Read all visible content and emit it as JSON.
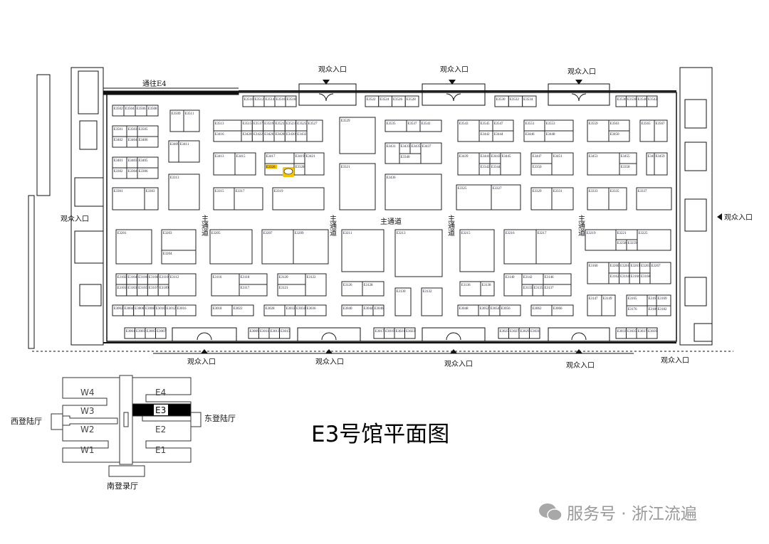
{
  "title": "E3号馆平面图",
  "labels": {
    "entrance": "观众入口",
    "to_e4": "通往E4",
    "main_aisle": "主通道",
    "main_aisle_vertical": "主通道"
  },
  "key_map": {
    "halls_west": [
      "W4",
      "W3",
      "W2",
      "W1"
    ],
    "halls_east": [
      "E4",
      "E3",
      "E2",
      "E1"
    ],
    "highlighted_hall": "E3",
    "west_lobby": "西登陆厅",
    "east_lobby": "东登陆厅",
    "south_lobby": "南登录厅"
  },
  "highlight_booth": "E3326",
  "colors": {
    "highlight": "#f5c400",
    "key_highlight": "#000000",
    "watermark": "#9a9a9a"
  },
  "watermark": {
    "icon": "wechat-icon",
    "text": "服务号 · 浙江流遍"
  },
  "booths": [
    "E3502",
    "E3504",
    "E3506",
    "E3508",
    "E3501",
    "E3503",
    "E3505",
    "E3402",
    "E3404",
    "E3406",
    "E3401",
    "E3403",
    "E3405",
    "E3302",
    "E3304",
    "E3306",
    "E3301",
    "E3303",
    "E3509",
    "E3511",
    "E3409",
    "E3411",
    "E3313",
    "E3513",
    "E3515",
    "E3517",
    "E3519",
    "E3521",
    "E3523",
    "E3525",
    "E3527",
    "E3416",
    "E3420",
    "E3422",
    "E3426",
    "E3428",
    "E3430",
    "E3432",
    "E3413",
    "E3415",
    "E3417",
    "E3326",
    "E3419",
    "E3328",
    "E3421",
    "E3315",
    "E3317",
    "E3319",
    "E3529",
    "E3321",
    "E3510",
    "E3512",
    "E3514",
    "E3516",
    "E3518",
    "E3522",
    "E3524",
    "E3526",
    "E3528",
    "E3530",
    "E3532",
    "E3534",
    "E3536",
    "E3538",
    "E3540",
    "E3542",
    "E3535",
    "E3537",
    "E3541",
    "E3431",
    "E3433",
    "E3435",
    "E3340",
    "E3437",
    "E3436",
    "E3543",
    "E3545",
    "E3547",
    "E3442",
    "E3444",
    "E3551",
    "E3553",
    "E3446",
    "E3448",
    "E3559",
    "E3563",
    "E3450",
    "E3565",
    "E3567",
    "E3439",
    "E3441",
    "E3443",
    "E3342",
    "E3344",
    "E3445",
    "E3447",
    "E3350",
    "E3451",
    "E3453",
    "E3455",
    "E3358",
    "E3457",
    "E3459",
    "E3325",
    "E3327",
    "E3329",
    "E3331",
    "E3333",
    "E3335",
    "E3337",
    "E3201",
    "E3203",
    "E3204",
    "E3205",
    "E3207",
    "E3209",
    "E3211",
    "E3213",
    "E3102",
    "E3104",
    "E3106",
    "E3108",
    "E3110",
    "E3101",
    "E3103",
    "E3105",
    "E3107",
    "E3109",
    "E3112",
    "E3116",
    "E3118",
    "E3117",
    "E3120",
    "E3121",
    "E3122",
    "E3126",
    "E3128",
    "E3130",
    "E3132",
    "E3002",
    "E3004",
    "E3006",
    "E3008",
    "E3010",
    "E3012",
    "E3016",
    "E3018",
    "E3022",
    "E3028",
    "E3032",
    "E3034",
    "E3036",
    "E3040",
    "E3044",
    "E3046",
    "E3001",
    "E3003",
    "E3005",
    "E3007",
    "E3009",
    "E3011",
    "E3013",
    "E3015",
    "E3017",
    "E3019",
    "E3021",
    "E3023",
    "E3215",
    "E3216",
    "E3217",
    "E3219",
    "E3221",
    "E3258",
    "E3259",
    "E3225",
    "E3160",
    "E3260",
    "E3261",
    "E3263",
    "E3265",
    "E3162",
    "E3164",
    "E3166",
    "E3168",
    "E3267",
    "E3136",
    "E3138",
    "E3140",
    "E3142",
    "E3146",
    "E3133",
    "E3135",
    "E3137",
    "E3048",
    "E3052",
    "E3054",
    "E3056",
    "E3062",
    "E3066",
    "E3147",
    "E3149",
    "E3165",
    "E3176",
    "E3167",
    "E3169",
    "E3180",
    "E3182",
    "E3025",
    "E3027",
    "E3029",
    "E3031",
    "E3033",
    "E3035",
    "E3037",
    "E3039"
  ]
}
